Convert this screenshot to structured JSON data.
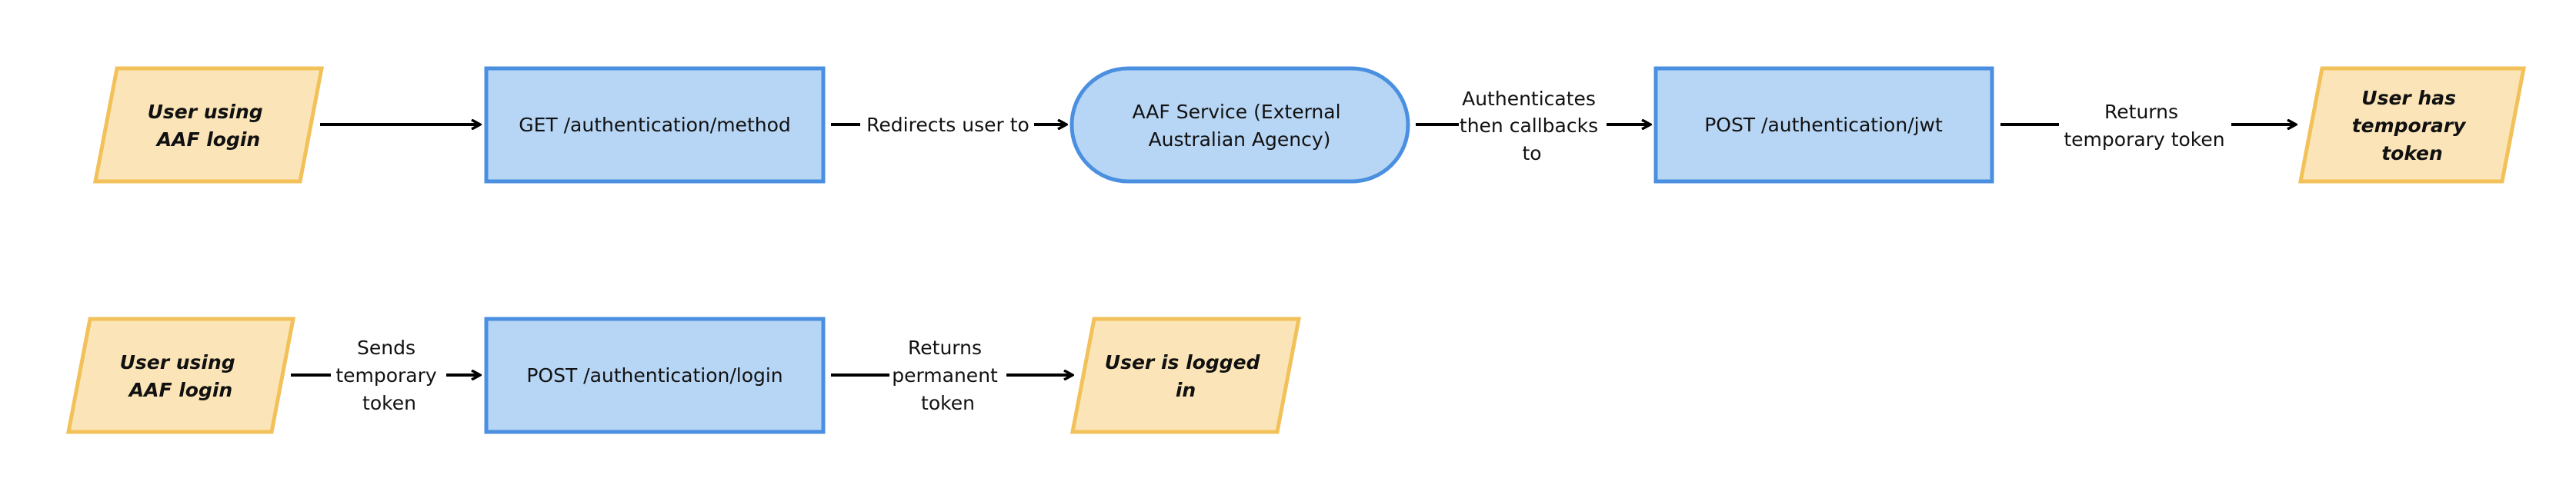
{
  "diagram": {
    "row1": {
      "start": [
        "User using",
        "AAF login"
      ],
      "get_method": [
        "GET /authentication/method"
      ],
      "edge_redirect": [
        "Redirects user to"
      ],
      "aaf_service": [
        "AAF Service (External",
        "Australian Agency)"
      ],
      "edge_authenticates": [
        "Authenticates",
        "then callbacks",
        "to"
      ],
      "post_jwt": [
        "POST /authentication/jwt"
      ],
      "edge_returns_temp": [
        "Returns",
        "temporary token"
      ],
      "end": [
        "User has",
        "temporary",
        "token"
      ]
    },
    "row2": {
      "start": [
        "User using",
        "AAF login"
      ],
      "edge_sends": [
        "Sends",
        "temporary",
        "token"
      ],
      "post_login": [
        "POST /authentication/login"
      ],
      "edge_returns_perm": [
        "Returns",
        "permanent",
        "token"
      ],
      "end": [
        "User is logged",
        "in"
      ]
    },
    "colors": {
      "io_fill": "#fbe5b8",
      "io_stroke": "#f2c15a",
      "process_fill": "#b7d5f4",
      "process_stroke": "#4a8fe0"
    }
  }
}
